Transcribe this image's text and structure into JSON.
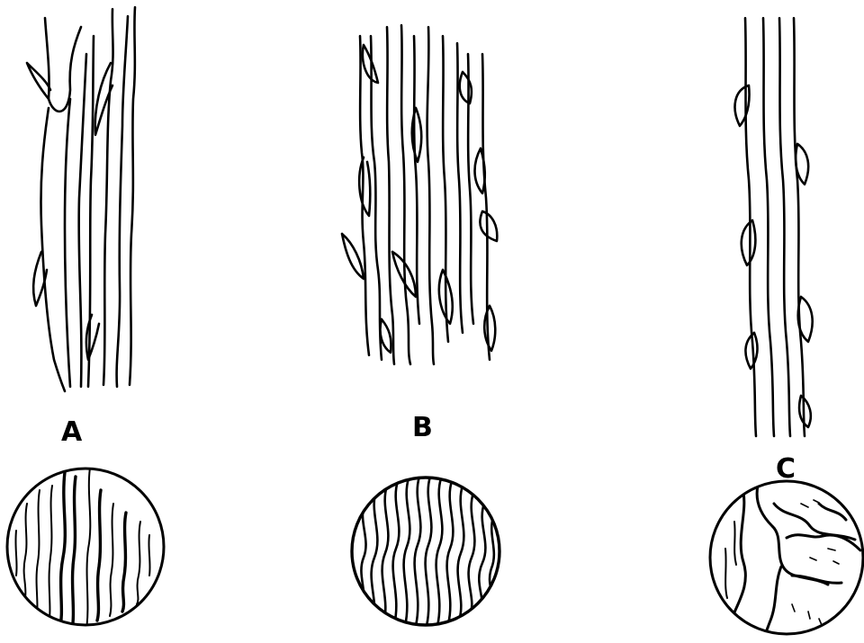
{
  "panels": [
    {
      "id": "A",
      "label": "A"
    },
    {
      "id": "B",
      "label": "B"
    },
    {
      "id": "C",
      "label": "C"
    }
  ],
  "colors": {
    "ink": "#000000",
    "background": "#ffffff"
  }
}
